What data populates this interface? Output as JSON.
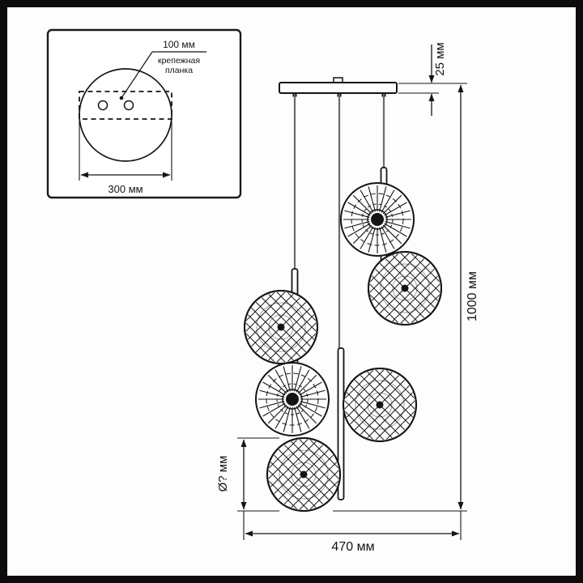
{
  "inset": {
    "dim_plate": "100 мм",
    "mount_label_1": "крепежная",
    "mount_label_2": "планка",
    "dim_diameter": "300 мм"
  },
  "dims": {
    "canopy_height": "25 мм",
    "total_height": "1000 мм",
    "width": "470 мм",
    "shade_diameter": "Ø? мм"
  },
  "colors": {
    "line": "#141414",
    "cord": "#6b6b6b",
    "background": "#fdfdfd",
    "frame": "#0c0c0c"
  }
}
